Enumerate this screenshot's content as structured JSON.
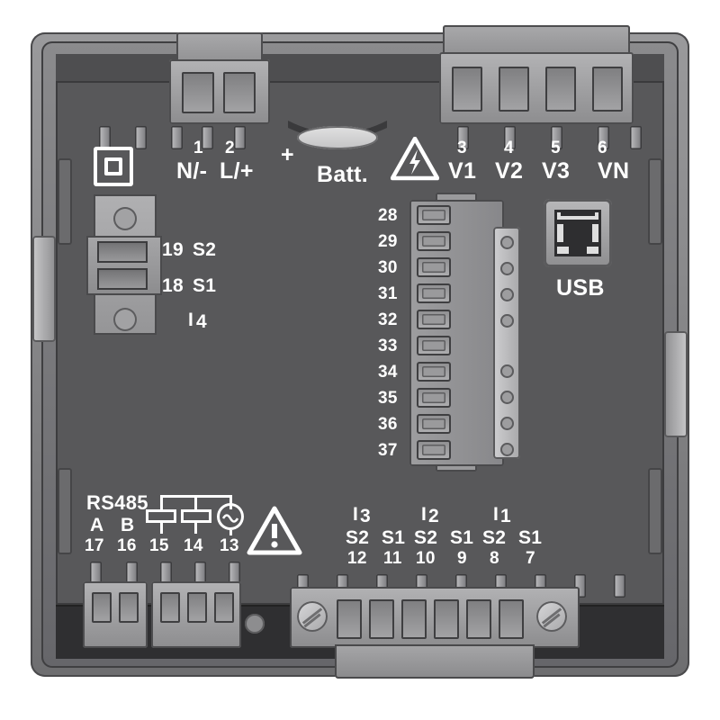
{
  "device": {
    "view": "rear panel terminal layout",
    "symbols": {
      "class_ii": "double-square-class-2-symbol",
      "hv_warning": "lightning-bolt-triangle",
      "general_warning": "exclamation-triangle"
    }
  },
  "power": {
    "terminals": [
      "1",
      "2"
    ],
    "labels": [
      "N/-",
      "L/+"
    ]
  },
  "battery": {
    "polarity": "+",
    "label": "Batt."
  },
  "voltage": {
    "terminals": [
      "3",
      "4",
      "5",
      "6"
    ],
    "labels": [
      "V1",
      "V2",
      "V3",
      "VN"
    ],
    "label_main": [
      "V",
      "V",
      "V",
      "V"
    ],
    "label_sub": [
      "1",
      "2",
      "3",
      "N"
    ]
  },
  "current_i4": {
    "rows": [
      {
        "terminal": "19",
        "signal": "S2"
      },
      {
        "terminal": "18",
        "signal": "S1"
      }
    ],
    "input_label": "4",
    "input_prefix": "I"
  },
  "terminal_strip": {
    "numbers": [
      "28",
      "29",
      "30",
      "31",
      "32",
      "33",
      "34",
      "35",
      "36",
      "37"
    ]
  },
  "usb": {
    "label": "USB",
    "type": "usb-type-b"
  },
  "rs485": {
    "title": "RS485",
    "signals": [
      "A",
      "B"
    ],
    "terminals": [
      "17",
      "16"
    ]
  },
  "outputs": {
    "terminals": [
      "15",
      "14",
      "13"
    ]
  },
  "current_inputs": [
    {
      "input": "3",
      "prefix": "I",
      "signals": [
        "S2",
        "S1"
      ],
      "terminals": [
        "12",
        "11"
      ]
    },
    {
      "input": "2",
      "prefix": "I",
      "signals": [
        "S2",
        "S1"
      ],
      "terminals": [
        "10",
        "9"
      ]
    },
    {
      "input": "1",
      "prefix": "I",
      "signals": [
        "S2",
        "S1"
      ],
      "terminals": [
        "8",
        "7"
      ]
    }
  ],
  "colors": {
    "panel": "#58585a",
    "housing": "#8b8b8d",
    "text": "#ffffff",
    "metal": "#a8a8aa",
    "dark": "#2f2f31"
  }
}
